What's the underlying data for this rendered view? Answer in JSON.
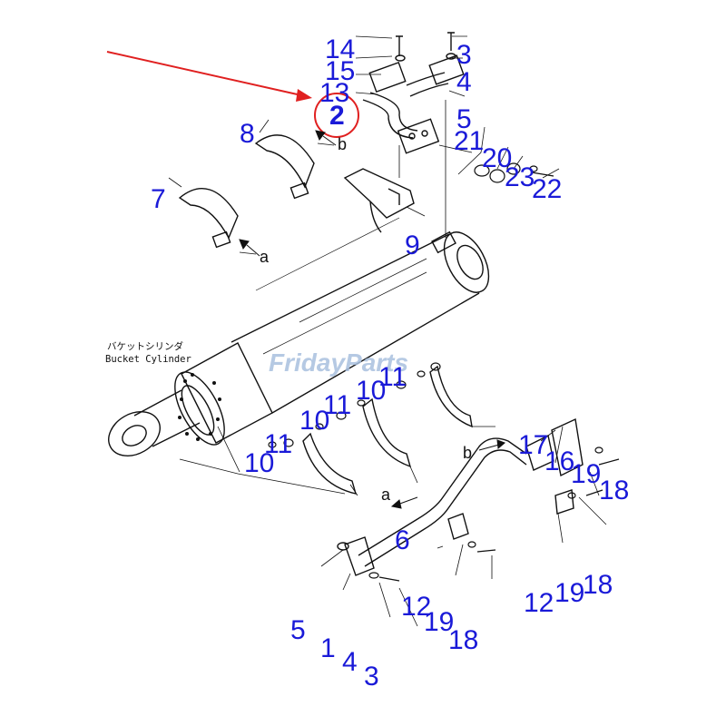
{
  "callouts": [
    {
      "id": "c14a",
      "text": "14"
    },
    {
      "id": "c3a",
      "text": "3"
    },
    {
      "id": "c15",
      "text": "15"
    },
    {
      "id": "c4a",
      "text": "4"
    },
    {
      "id": "c13",
      "text": "13"
    },
    {
      "id": "c2",
      "text": "2"
    },
    {
      "id": "c5a",
      "text": "5"
    },
    {
      "id": "c21",
      "text": "21"
    },
    {
      "id": "c20",
      "text": "20"
    },
    {
      "id": "c23",
      "text": "23"
    },
    {
      "id": "c22",
      "text": "22"
    },
    {
      "id": "c8",
      "text": "8"
    },
    {
      "id": "c7",
      "text": "7"
    },
    {
      "id": "c9",
      "text": "9"
    },
    {
      "id": "c11a",
      "text": "11"
    },
    {
      "id": "c10a",
      "text": "10"
    },
    {
      "id": "c11b",
      "text": "11"
    },
    {
      "id": "c10b",
      "text": "10"
    },
    {
      "id": "c11c",
      "text": "11"
    },
    {
      "id": "c10c",
      "text": "10"
    },
    {
      "id": "c17",
      "text": "17"
    },
    {
      "id": "c16",
      "text": "16"
    },
    {
      "id": "c19a",
      "text": "19"
    },
    {
      "id": "c18a",
      "text": "18"
    },
    {
      "id": "c6",
      "text": "6"
    },
    {
      "id": "c12a",
      "text": "12"
    },
    {
      "id": "c19b",
      "text": "19"
    },
    {
      "id": "c18b",
      "text": "18"
    },
    {
      "id": "c12b",
      "text": "12"
    },
    {
      "id": "c19c",
      "text": "19"
    },
    {
      "id": "c18c",
      "text": "18"
    },
    {
      "id": "c5b",
      "text": "5"
    },
    {
      "id": "c1",
      "text": "1"
    },
    {
      "id": "c4b",
      "text": "4"
    },
    {
      "id": "c3b",
      "text": "3"
    }
  ],
  "letters": {
    "a1": "a",
    "a2": "a",
    "b1": "b",
    "b2": "b"
  },
  "part_label": {
    "jp": "バケットシリンダ",
    "en": "Bucket Cylinder"
  },
  "watermark": {
    "text": "FridayParts"
  },
  "colors": {
    "callout": "#1a1ad8",
    "arrow": "#e02020",
    "line": "#111111",
    "watermark": "#a9c0df"
  }
}
